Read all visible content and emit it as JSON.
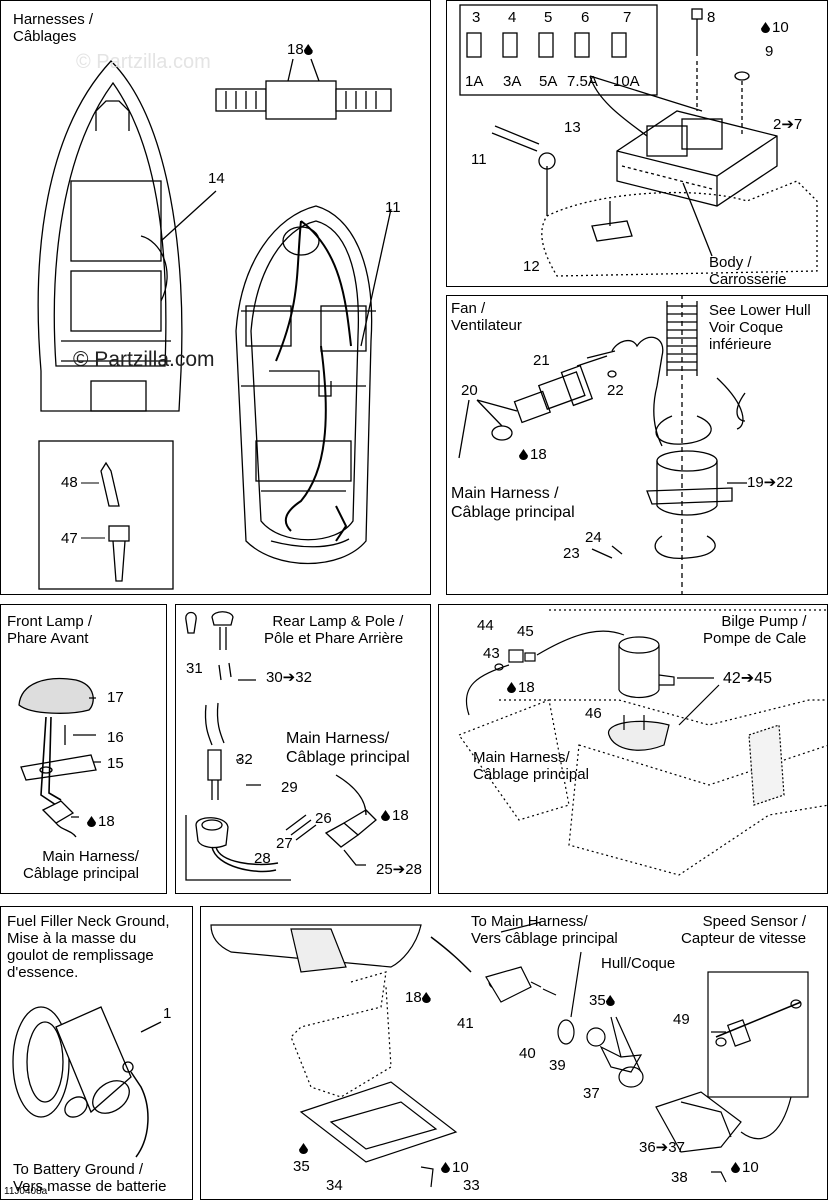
{
  "watermark": "© Partzilla.com",
  "footer_code": "11J0408a",
  "panels": {
    "harnesses": {
      "title": "Harnesses /\nCâblages",
      "labels": {
        "p18": "18",
        "p14": "14",
        "p11": "11",
        "p48": "48",
        "p47": "47"
      }
    },
    "fuses": {
      "labels": {
        "n3": "3",
        "n4": "4",
        "n5": "5",
        "n6": "6",
        "n7": "7",
        "a1": "1A",
        "a3": "3A",
        "a5": "5A",
        "a75": "7.5A",
        "a10": "10A",
        "p8": "8",
        "p10": "10",
        "p9": "9",
        "p2": "2➔7",
        "p13": "13",
        "p11": "11",
        "p12": "12"
      },
      "body_label": "Body /\nCarrosserie"
    },
    "fan": {
      "title": "Fan /\nVentilateur",
      "note": "See Lower Hull\nVoir Coque\ninférieure",
      "labels": {
        "p21": "21",
        "p20": "20",
        "p22": "22",
        "p18": "18",
        "p19": "19➔22",
        "p24": "24",
        "p23": "23"
      },
      "main_harness": "Main Harness /\nCâblage principal"
    },
    "front_lamp": {
      "title": "Front Lamp /\nPhare Avant",
      "labels": {
        "p17": "17",
        "p16": "16",
        "p15": "15",
        "p18": "18"
      },
      "main_harness": "Main Harness/\nCâblage principal"
    },
    "rear_lamp": {
      "title": "Rear Lamp & Pole /\nPôle et Phare Arrière",
      "labels": {
        "p31": "31",
        "p30": "30➔32",
        "p32": "32",
        "p29": "29",
        "p26": "26",
        "p18": "18",
        "p27": "27",
        "p28": "28",
        "p25": "25➔28"
      },
      "main_harness": "Main Harness/\nCâblage principal"
    },
    "bilge": {
      "title": "Bilge Pump /\nPompe de Cale",
      "labels": {
        "p44": "44",
        "p45": "45",
        "p43": "43",
        "p18": "18",
        "p42": "42➔45",
        "p46": "46"
      },
      "main_harness": "Main Harness/\nCâblage principal"
    },
    "fuel": {
      "title": "Fuel Filler Neck Ground,\nMise à la masse du\ngoulot de remplissage\nd'essence.",
      "labels": {
        "p1": "1"
      },
      "battery": "To Battery Ground /\nVers masse de batterie"
    },
    "speed": {
      "title": "Speed Sensor /\nCapteur de vitesse",
      "to_main": "To Main Harness/\nVers câblage principal",
      "hull": "Hull/Coque",
      "labels": {
        "p18": "18",
        "p41": "41",
        "p40": "40",
        "p39": "39",
        "p35a": "35",
        "p37": "37",
        "p49": "49",
        "p36": "36➔37",
        "p10a": "10",
        "p38": "38",
        "p35b": "35",
        "p34": "34",
        "p10b": "10",
        "p33": "33"
      }
    }
  }
}
